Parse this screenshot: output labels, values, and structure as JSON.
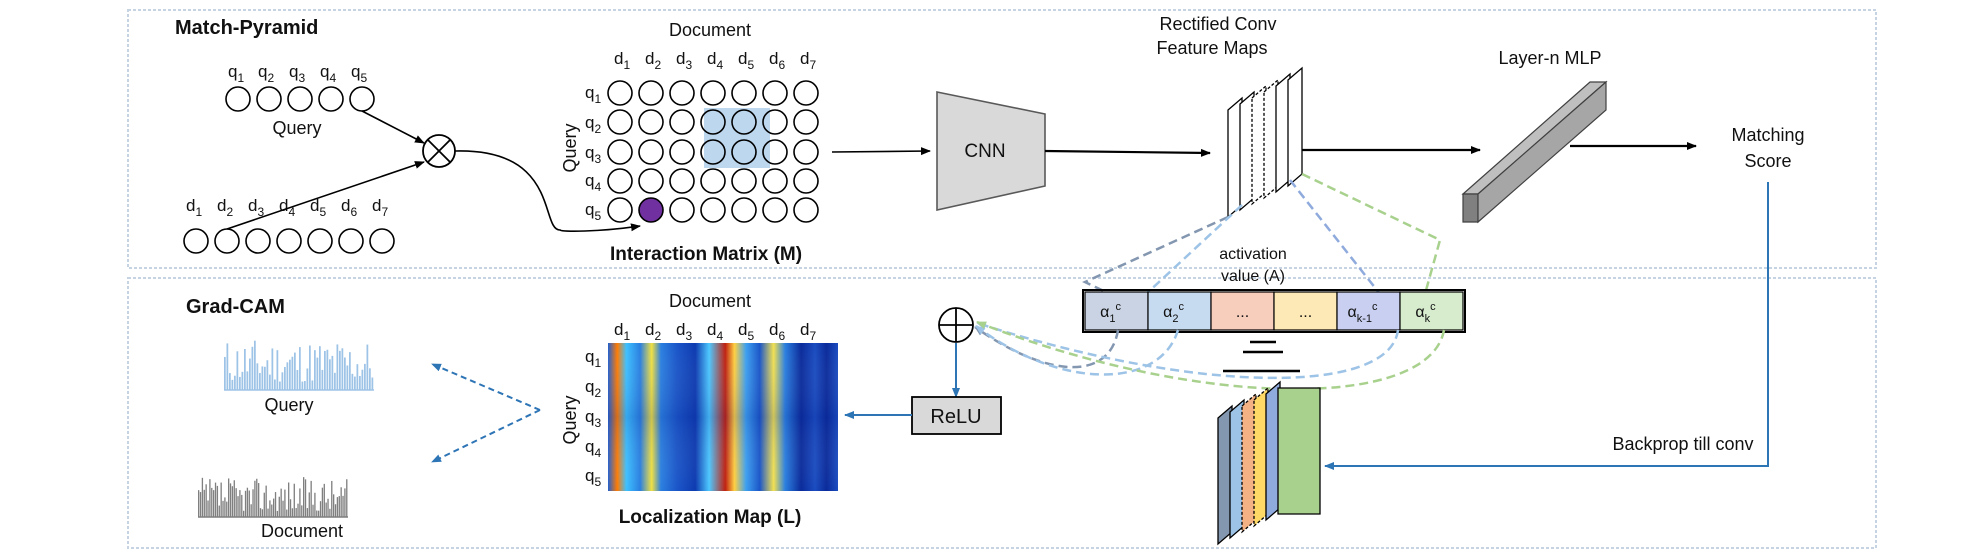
{
  "top": {
    "title": "Match-Pyramid",
    "query_tokens": [
      "q",
      "q",
      "q",
      "q",
      "q"
    ],
    "query_subs": [
      "1",
      "2",
      "3",
      "4",
      "5"
    ],
    "query_label": "Query",
    "doc_tokens": [
      "d",
      "d",
      "d",
      "d",
      "d",
      "d",
      "d"
    ],
    "doc_subs": [
      "1",
      "2",
      "3",
      "4",
      "5",
      "6",
      "7"
    ],
    "matrix_title": "Document",
    "matrix_side": "Query",
    "matrix_caption": "Interaction Matrix (M)",
    "cnn": "CNN",
    "feature_maps_line1": "Rectified Conv",
    "feature_maps_line2": "Feature Maps",
    "mlp": "Layer-n MLP",
    "score_line1": "Matching",
    "score_line2": "Score",
    "activation_line1": "activation",
    "activation_line2": "value (A)"
  },
  "bottom": {
    "title": "Grad-CAM",
    "alpha_cells": [
      {
        "base": "α",
        "sub": "1",
        "sup": "c",
        "color": "#c9d3e3"
      },
      {
        "base": "α",
        "sub": "2",
        "sup": "c",
        "color": "#c7dbf0"
      },
      {
        "base": "...",
        "sub": "",
        "sup": "",
        "color": "#f7cdbc"
      },
      {
        "base": "...",
        "sub": "",
        "sup": "",
        "color": "#fde9b5"
      },
      {
        "base": "α",
        "sub": "k-1",
        "sup": "c",
        "color": "#c9cff0"
      },
      {
        "base": "α",
        "sub": "k",
        "sup": "c",
        "color": "#d7ebcd"
      }
    ],
    "map_title": "Document",
    "map_side": "Query",
    "map_caption": "Localization Map (L)",
    "relu": "ReLU",
    "query_label": "Query",
    "doc_label": "Document",
    "backprop": "Backprop till conv"
  },
  "colors": {
    "border": "#c5d3e3",
    "highlight": "#bdd7ee",
    "purple": "#7030a0",
    "blue_arrow": "#2e75b6",
    "dash_gray": "#8497b0",
    "dash_blue": "#9dc3e6",
    "dash_green": "#a9d18e",
    "histogram_query": "#9dc3e6",
    "histogram_doc": "#7f7f7f"
  }
}
